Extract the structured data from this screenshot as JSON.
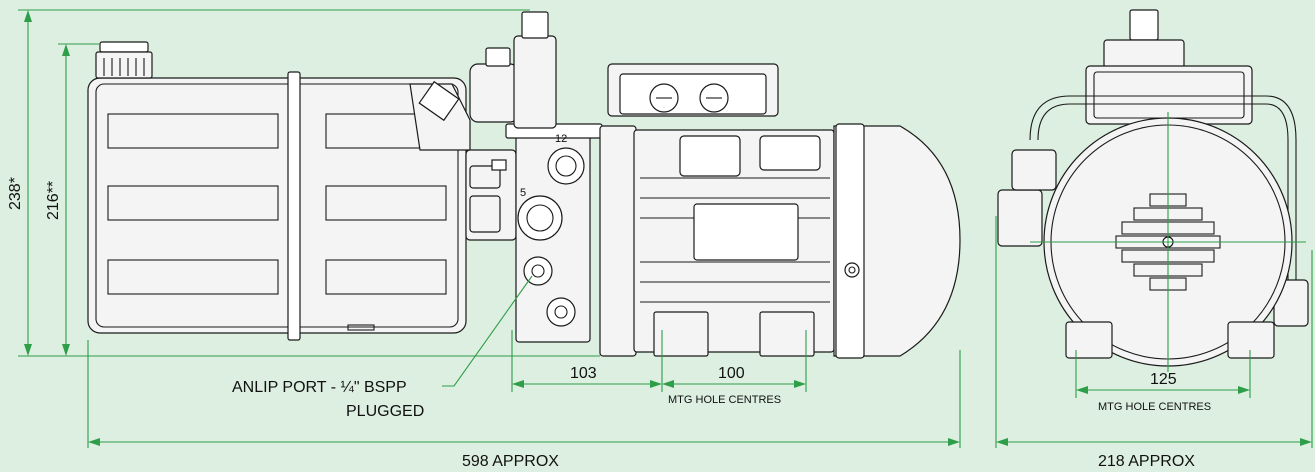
{
  "dimensions": {
    "height_overall": "238*",
    "height_tank": "216**",
    "port_offset": "103",
    "mtg_side": "100",
    "mtg_side_caption": "MTG HOLE CENTRES",
    "mtg_end": "125",
    "mtg_end_caption": "MTG HOLE CENTRES",
    "length_overall": "598 APPROX",
    "width_overall": "218 APPROX"
  },
  "callout": {
    "line1": "ANLIP PORT - ¼\" BSPP",
    "line2": "PLUGGED"
  },
  "colors": {
    "background": "#dcefe0",
    "dimension_line": "#2e9e48",
    "drawing_ink": "#1a1a1a"
  }
}
